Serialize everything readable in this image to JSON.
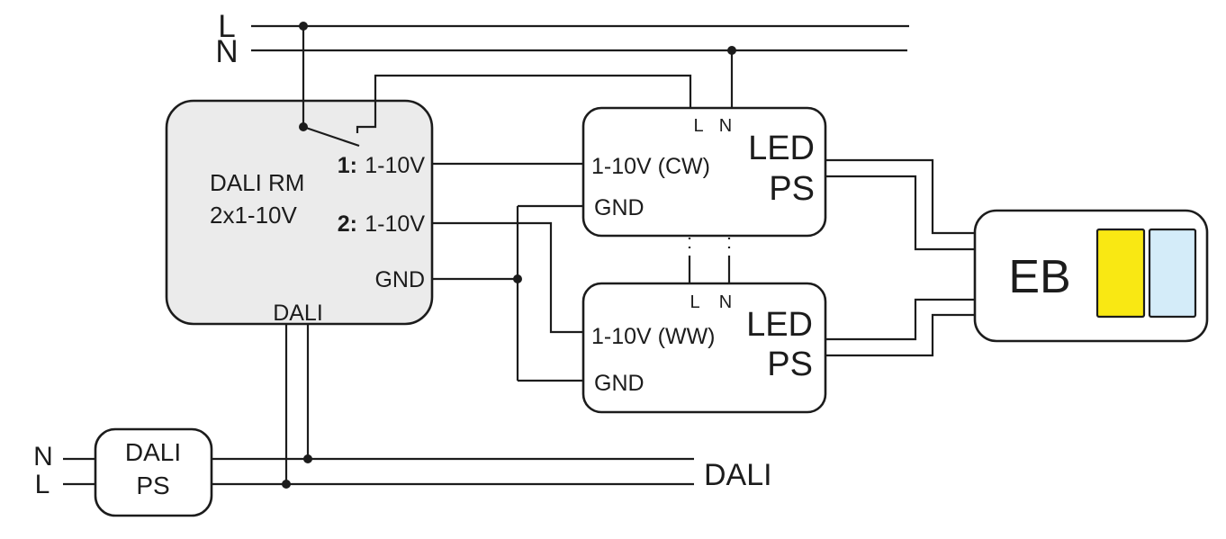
{
  "diagram": {
    "mains": {
      "l": "L",
      "n": "N"
    },
    "dali_rm": {
      "name_line1": "DALI RM",
      "name_line2": "2x1-10V",
      "port1_num": "1:",
      "port1_label": "1-10V",
      "port2_num": "2:",
      "port2_label": "1-10V",
      "gnd_label": "GND",
      "dali_label": "DALI"
    },
    "led_ps_cw": {
      "l": "L",
      "n": "N",
      "ctrl_input": "1-10V (CW)",
      "gnd": "GND",
      "name_line1": "LED",
      "name_line2": "PS"
    },
    "led_ps_ww": {
      "l": "L",
      "n": "N",
      "ctrl_input": "1-10V (WW)",
      "gnd": "GND",
      "name_line1": "LED",
      "name_line2": "PS"
    },
    "eb": {
      "label": "EB"
    },
    "dali_ps": {
      "n": "N",
      "l": "L",
      "name_line1": "DALI",
      "name_line2": "PS"
    },
    "dali_bus_label": "DALI",
    "colors": {
      "module_fill": "#ebebeb",
      "device_fill": "#ffffff",
      "wire": "#1c1c1c",
      "warm_swatch": "#f9e813",
      "cool_swatch": "#d4ecf9"
    }
  }
}
